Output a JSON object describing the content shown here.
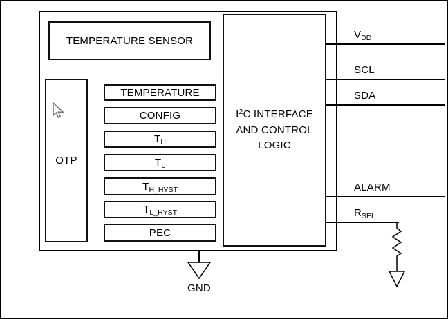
{
  "diagram": {
    "temperature_sensor_label": "TEMPERATURE SENSOR",
    "otp_label": "OTP",
    "registers": [
      {
        "main": "TEMPERATURE",
        "sub": ""
      },
      {
        "main": "CONFIG",
        "sub": ""
      },
      {
        "main": "T",
        "sub": "H"
      },
      {
        "main": "T",
        "sub": "L"
      },
      {
        "main": "T",
        "sub": "H_HYST"
      },
      {
        "main": "T",
        "sub": "L_HYST"
      },
      {
        "main": "PEC",
        "sub": ""
      }
    ],
    "i2c_block": {
      "line1_pre": "I",
      "line1_sup": "2",
      "line1_post": "C INTERFACE",
      "line2": "AND CONTROL",
      "line3": "LOGIC"
    },
    "pins": [
      {
        "main": "V",
        "sub": "DD"
      },
      {
        "main": "SCL",
        "sub": ""
      },
      {
        "main": "SDA",
        "sub": ""
      },
      {
        "main": "ALARM",
        "sub": ""
      },
      {
        "main": "R",
        "sub": "SEL"
      }
    ],
    "gnd_label": "GND",
    "line_color": "#000000"
  }
}
